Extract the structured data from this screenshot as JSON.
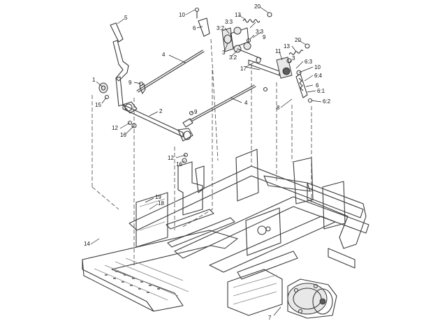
{
  "diagram": {
    "callouts": [
      {
        "id": "c5",
        "text": "5"
      },
      {
        "id": "c10a",
        "text": "10"
      },
      {
        "id": "c6a",
        "text": "6"
      },
      {
        "id": "c13a",
        "text": "13"
      },
      {
        "id": "c20a",
        "text": "20"
      },
      {
        "id": "c3_3a",
        "text": "3:3"
      },
      {
        "id": "c3_2a",
        "text": "3:2"
      },
      {
        "id": "c3_3b",
        "text": "3:3"
      },
      {
        "id": "c9a",
        "text": "9"
      },
      {
        "id": "c3a",
        "text": "3"
      },
      {
        "id": "c3_2b",
        "text": "3:2"
      },
      {
        "id": "c4a",
        "text": "4"
      },
      {
        "id": "c17",
        "text": "17"
      },
      {
        "id": "c11",
        "text": "11"
      },
      {
        "id": "c13b",
        "text": "13"
      },
      {
        "id": "c20b",
        "text": "20"
      },
      {
        "id": "c3b",
        "text": "3"
      },
      {
        "id": "c6_3",
        "text": "6:3"
      },
      {
        "id": "c10b",
        "text": "10"
      },
      {
        "id": "c6_4",
        "text": "6:4"
      },
      {
        "id": "c6b",
        "text": "6"
      },
      {
        "id": "c6_1",
        "text": "6:1"
      },
      {
        "id": "c6_2",
        "text": "6:2"
      },
      {
        "id": "c8",
        "text": "8"
      },
      {
        "id": "c9b",
        "text": "9"
      },
      {
        "id": "c1",
        "text": "1"
      },
      {
        "id": "c15",
        "text": "15"
      },
      {
        "id": "c2",
        "text": "2"
      },
      {
        "id": "c9c",
        "text": "9"
      },
      {
        "id": "c4b",
        "text": "4"
      },
      {
        "id": "c12a",
        "text": "12"
      },
      {
        "id": "c16a",
        "text": "16"
      },
      {
        "id": "c12b",
        "text": "12"
      },
      {
        "id": "c16b",
        "text": "16"
      },
      {
        "id": "c19",
        "text": "19"
      },
      {
        "id": "c18",
        "text": "18"
      },
      {
        "id": "c14",
        "text": "14"
      },
      {
        "id": "c7",
        "text": "7"
      }
    ]
  }
}
